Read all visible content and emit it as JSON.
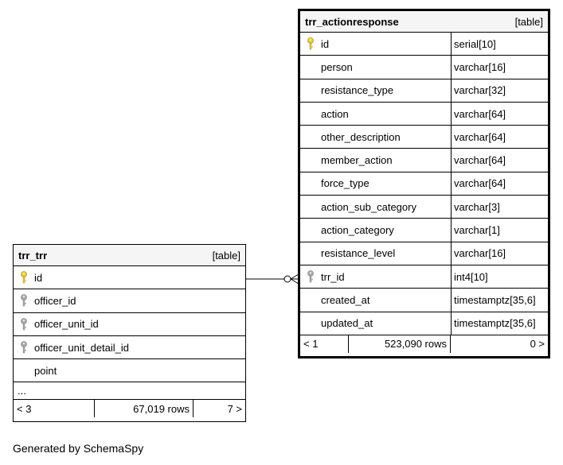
{
  "tables": {
    "actionresponse": {
      "name": "trr_actionresponse",
      "kind": "[table]",
      "columns": [
        {
          "name": "id",
          "type": "serial[10]",
          "key": "primary"
        },
        {
          "name": "person",
          "type": "varchar[16]",
          "key": ""
        },
        {
          "name": "resistance_type",
          "type": "varchar[32]",
          "key": ""
        },
        {
          "name": "action",
          "type": "varchar[64]",
          "key": ""
        },
        {
          "name": "other_description",
          "type": "varchar[64]",
          "key": ""
        },
        {
          "name": "member_action",
          "type": "varchar[64]",
          "key": ""
        },
        {
          "name": "force_type",
          "type": "varchar[64]",
          "key": ""
        },
        {
          "name": "action_sub_category",
          "type": "varchar[3]",
          "key": ""
        },
        {
          "name": "action_category",
          "type": "varchar[1]",
          "key": ""
        },
        {
          "name": "resistance_level",
          "type": "varchar[16]",
          "key": ""
        },
        {
          "name": "trr_id",
          "type": "int4[10]",
          "key": "foreign"
        },
        {
          "name": "created_at",
          "type": "timestamptz[35,6]",
          "key": ""
        },
        {
          "name": "updated_at",
          "type": "timestamptz[35,6]",
          "key": ""
        }
      ],
      "footer": {
        "parents": "< 1",
        "rows": "523,090 rows",
        "children": "0 >"
      }
    },
    "trr": {
      "name": "trr_trr",
      "kind": "[table]",
      "columns": [
        {
          "name": "id",
          "key": "primary"
        },
        {
          "name": "officer_id",
          "key": "foreign"
        },
        {
          "name": "officer_unit_id",
          "key": "foreign"
        },
        {
          "name": "officer_unit_detail_id",
          "key": "foreign"
        },
        {
          "name": "point",
          "key": ""
        }
      ],
      "ellipsis": "...",
      "footer": {
        "parents": "< 3",
        "rows": "67,019 rows",
        "children": "7 >"
      }
    }
  },
  "credit": "Generated by SchemaSpy",
  "colors": {
    "primary_key": "#f5d100",
    "foreign_key": "#aaaaaa",
    "header_bg": "#f5f5f5"
  }
}
